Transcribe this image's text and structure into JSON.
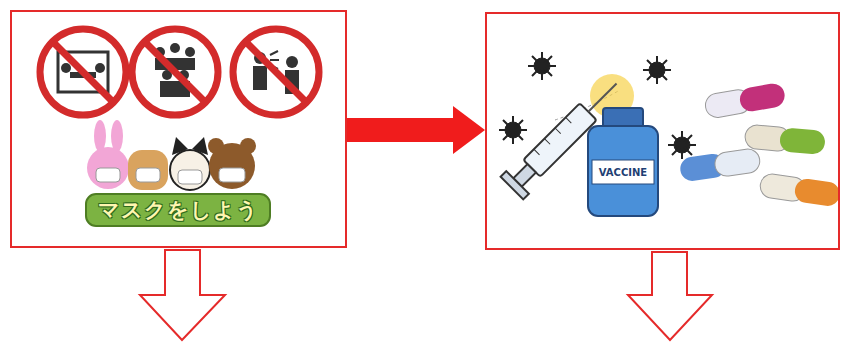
{
  "diagram": {
    "nodes": [
      {
        "text": [
          "マスクをしよう"
        ]
      },
      {
        "text": [
          "VACCINE"
        ]
      }
    ],
    "edges": [
      {
        "from": 0,
        "to": 1,
        "arrow": "to"
      }
    ]
  }
}
